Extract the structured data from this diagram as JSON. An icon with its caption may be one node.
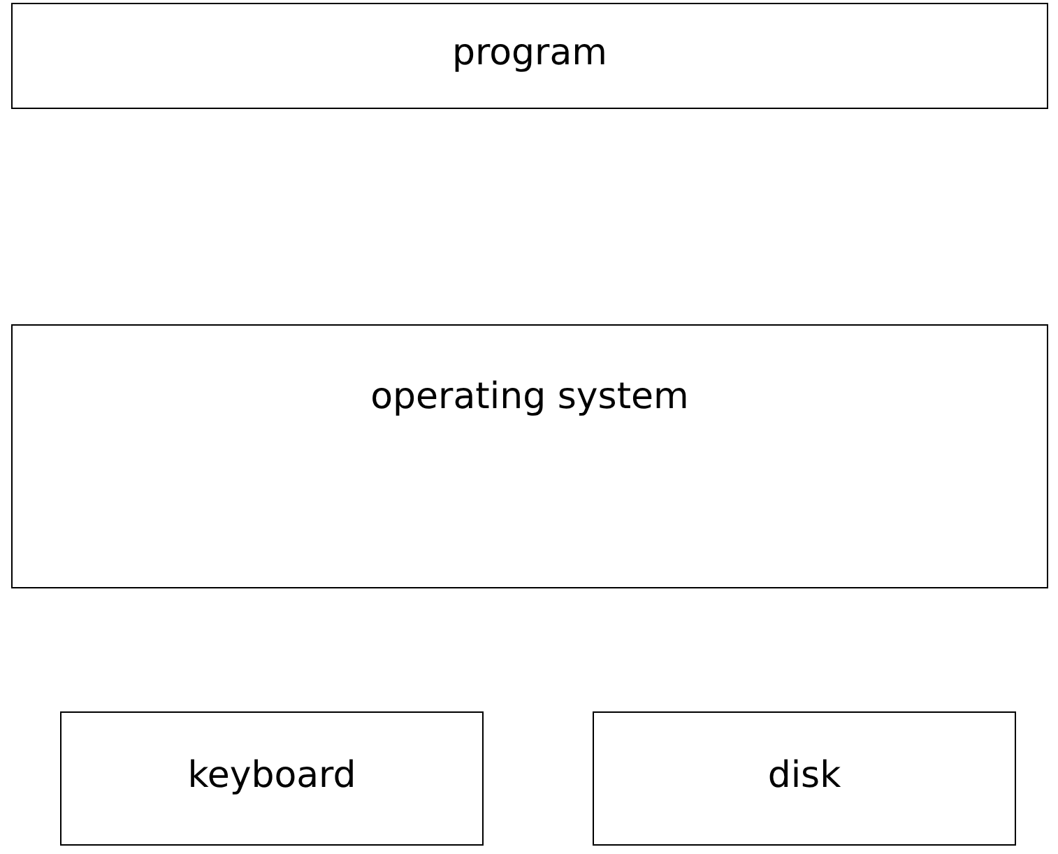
{
  "diagram": {
    "nodes": [
      {
        "text": [
          "program"
        ]
      },
      {
        "text": [
          "operating system"
        ]
      },
      {
        "text": [
          "keyboard"
        ]
      },
      {
        "text": [
          "disk"
        ]
      }
    ]
  }
}
